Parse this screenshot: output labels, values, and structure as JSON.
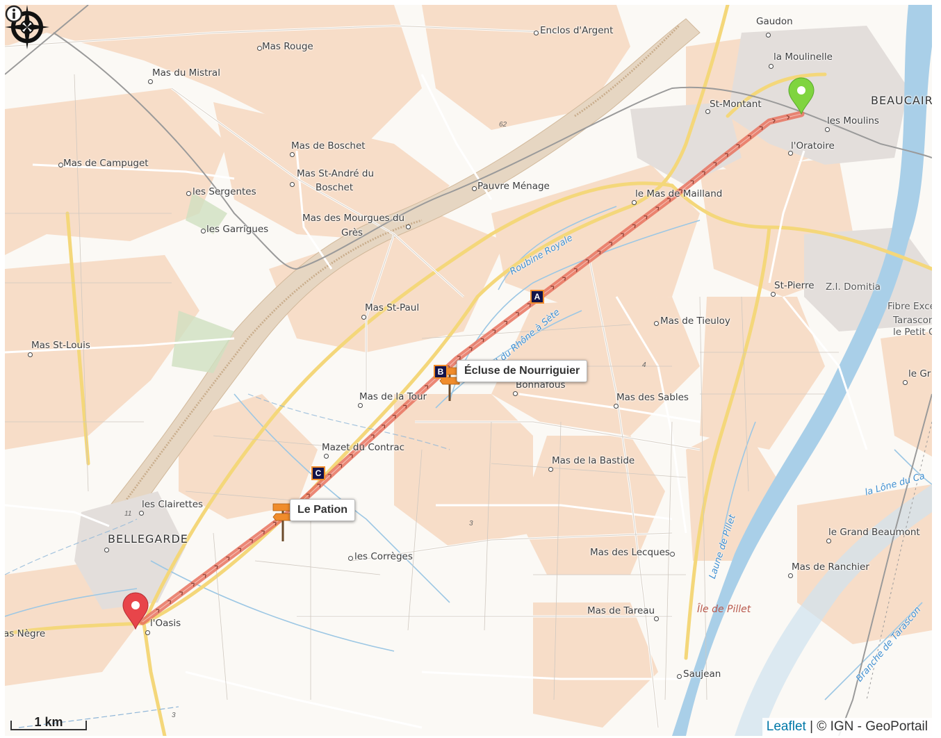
{
  "map": {
    "compass_icon": "compass-rose-icon",
    "info_icon": "info-icon",
    "scale_label": "1 km",
    "attribution": {
      "link": "Leaflet",
      "text": " | © IGN - GeoPortail"
    },
    "colors": {
      "route": "#e8735f",
      "start_marker": "#7fd43f",
      "end_marker": "#e8454a",
      "waypoint_fill": "#12124a",
      "waypoint_border": "#f08c2c",
      "water": "#a9cfe8",
      "fields": "#f7ddc8"
    },
    "places": [
      {
        "name": "Gaudon"
      },
      {
        "name": "la Moulinelle"
      },
      {
        "name": "BEAUCAIRE"
      },
      {
        "name": "St-Montant"
      },
      {
        "name": "les Moulins"
      },
      {
        "name": "l'Oratoire"
      },
      {
        "name": "Enclos d'Argent"
      },
      {
        "name": "Mas Rouge"
      },
      {
        "name": "Mas du Mistral"
      },
      {
        "name": "Mas de Boschet"
      },
      {
        "name": "Mas de Campuget"
      },
      {
        "name": "Mas St-André du"
      },
      {
        "name": "Boschet"
      },
      {
        "name": "Pauvre Ménage"
      },
      {
        "name": "les Sergentes"
      },
      {
        "name": "le Mas de Mailland"
      },
      {
        "name": "les Garrigues"
      },
      {
        "name": "Mas des Mourgues du"
      },
      {
        "name": "Grès"
      },
      {
        "name": "St-Pierre"
      },
      {
        "name": "Z.I. Domitia"
      },
      {
        "name": "Fibre Excel"
      },
      {
        "name": "Tarascon"
      },
      {
        "name": "le Petit C"
      },
      {
        "name": "Mas St-Paul"
      },
      {
        "name": "Mas de Tieuloy"
      },
      {
        "name": "Mas St-Louis"
      },
      {
        "name": "Bonnafous"
      },
      {
        "name": "le Gr"
      },
      {
        "name": "Mas de la Tour"
      },
      {
        "name": "Mas des Sables"
      },
      {
        "name": "Mazet du Contrac"
      },
      {
        "name": "Mas de la Bastide"
      },
      {
        "name": "les Clairettes"
      },
      {
        "name": "BELLEGARDE"
      },
      {
        "name": "les Corrèges"
      },
      {
        "name": "Mas des Lecques"
      },
      {
        "name": "le Grand Beaumont"
      },
      {
        "name": "Mas de Ranchier"
      },
      {
        "name": "l'Oasis"
      },
      {
        "name": "Mas de Tareau"
      },
      {
        "name": "as Nègre"
      },
      {
        "name": "Saujean"
      }
    ],
    "water_labels": [
      {
        "name": "Roubine Royale"
      },
      {
        "name": "anal du Rhône à Sète"
      },
      {
        "name": "la Lône du Ca"
      },
      {
        "name": "Laune de Pillet"
      },
      {
        "name": "Branche de Tarascon"
      }
    ],
    "island_label": "Île de Pillet",
    "road_numbers": [
      "62",
      "4",
      "11",
      "3",
      "3"
    ],
    "waypoints": [
      {
        "label": "A"
      },
      {
        "label": "B"
      },
      {
        "label": "C"
      }
    ],
    "pois": [
      {
        "name": "Écluse de Nourriguier"
      },
      {
        "name": "Le Pation"
      }
    ]
  }
}
